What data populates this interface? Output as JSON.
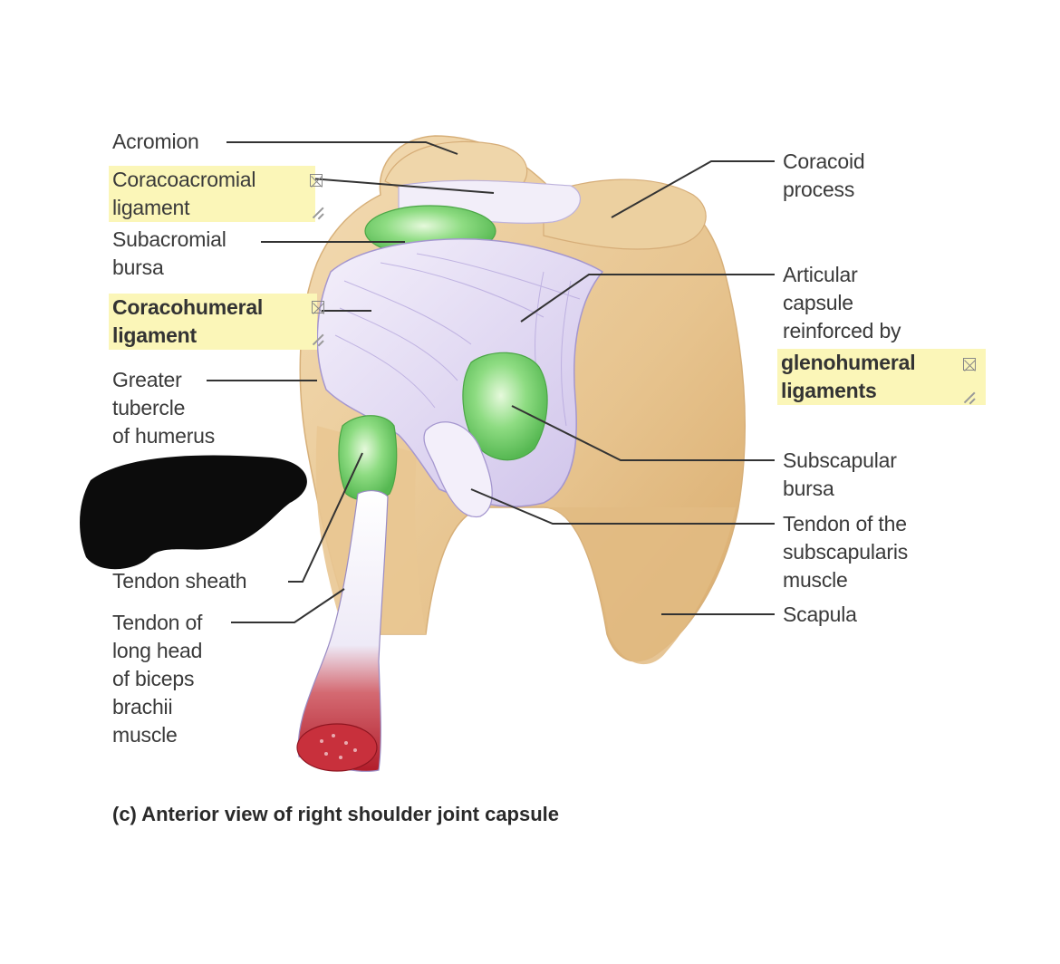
{
  "labels": {
    "acromion": "Acromion",
    "coracoacromial": "Coracoacromial\nligament",
    "subacromial": "Subacromial\nbursa",
    "coracohumeral": "Coracohumeral\nligament",
    "greater_tubercle": "Greater\ntubercle\nof humerus",
    "tendon_sheath": "Tendon sheath",
    "biceps_tendon": "Tendon of\nlong head\nof biceps\nbrachii\nmuscle",
    "coracoid": "Coracoid\nprocess",
    "articular_capsule": "Articular\ncapsule\nreinforced by",
    "glenohumeral": "glenohumeral\nligaments",
    "subscapular_bursa": "Subscapular\nbursa",
    "subscapularis_tendon": "Tendon of the\nsubscapularis\nmuscle",
    "scapula": "Scapula"
  },
  "caption": "(c) Anterior view of right shoulder joint capsule",
  "colors": {
    "bone": "#e8c89a",
    "capsule": "#e4dcf3",
    "bursa": "#7ed67a",
    "muscle": "#b8202e",
    "highlight": "#fbf6b8",
    "redaction": "#0c0c0c"
  }
}
